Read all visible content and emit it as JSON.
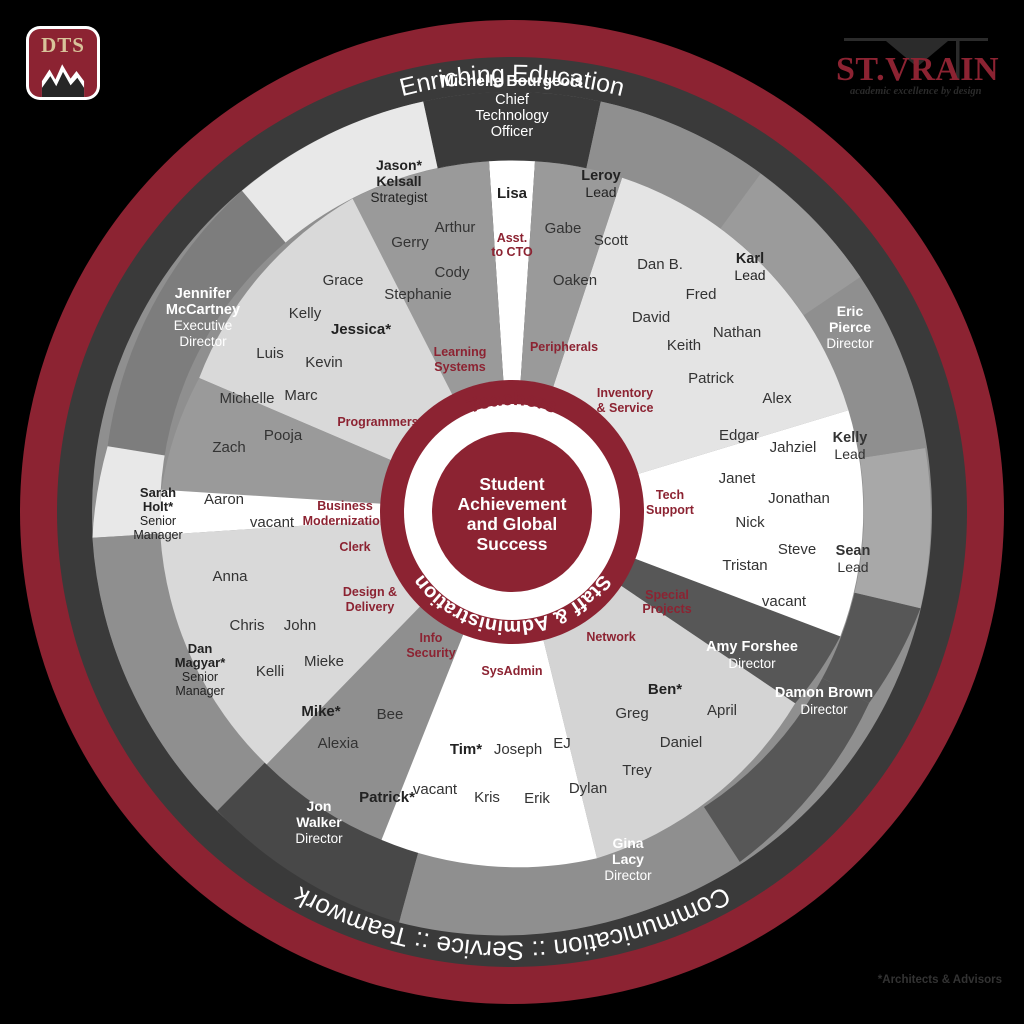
{
  "meta": {
    "footnote": "*Architects & Advisors",
    "colors": {
      "maroon": "#8c2332",
      "dark": "#3a3a3a",
      "mid_gray": "#8f8f8f",
      "light_gray": "#d4d4d4",
      "pale_gray": "#e8e8e8",
      "white": "#ffffff",
      "group_label": "#8c2332",
      "background": "#000000"
    }
  },
  "logos": {
    "dts": {
      "text": "DTS",
      "name": "dts-logo"
    },
    "stvrain": {
      "text": "ST.VRAIN",
      "tagline": "academic excellence by design"
    }
  },
  "rings": {
    "outer_arc_top": "Enriching Education",
    "outer_arc_bottom": "Communication :: Service :: Teamwork"
  },
  "core": {
    "title": "Student\nAchievement\nand Global\nSuccess",
    "lines": [
      "Student",
      "Achievement",
      "and Global",
      "Success"
    ],
    "arc_top": "Teachers",
    "arc_bottom": "Staff & Administration"
  },
  "executive": {
    "name": "Michelle Bourgeois",
    "title_lines": [
      "Chief",
      "Technology",
      "Officer"
    ]
  },
  "assistant": {
    "name": "Lisa",
    "role_lines": [
      "Asst.",
      "to CTO"
    ]
  },
  "leaders": [
    {
      "name": "Jason*\nKelsall",
      "name_lines": [
        "Jason*",
        "Kelsall"
      ],
      "title_lines": [
        "Strategist"
      ]
    },
    {
      "name": "Jennifer McCartney",
      "name_lines": [
        "Jennifer",
        "McCartney"
      ],
      "title_lines": [
        "Executive",
        "Director"
      ]
    },
    {
      "name": "Sarah Holt*",
      "name_lines": [
        "Sarah",
        "Holt*"
      ],
      "title_lines": [
        "Senior",
        "Manager"
      ]
    },
    {
      "name": "Dan Magyar*",
      "name_lines": [
        "Dan",
        "Magyar*"
      ],
      "title_lines": [
        "Senior",
        "Manager"
      ]
    },
    {
      "name": "Jon Walker",
      "name_lines": [
        "Jon",
        "Walker"
      ],
      "title_lines": [
        "Director"
      ]
    },
    {
      "name": "Gina Lacy",
      "name_lines": [
        "Gina",
        "Lacy"
      ],
      "title_lines": [
        "Director"
      ]
    },
    {
      "name": "Damon Brown",
      "name_lines": [
        "Damon Brown"
      ],
      "title_lines": [
        "Director"
      ]
    },
    {
      "name": "Amy Forshee",
      "name_lines": [
        "Amy Forshee"
      ],
      "title_lines": [
        "Director"
      ]
    },
    {
      "name": "Eric Pierce",
      "name_lines": [
        "Eric",
        "Pierce"
      ],
      "title_lines": [
        "Director"
      ]
    },
    {
      "name": "Leroy",
      "name_lines": [
        "Leroy"
      ],
      "title_lines": [
        "Lead"
      ]
    },
    {
      "name": "Karl",
      "name_lines": [
        "Karl"
      ],
      "title_lines": [
        "Lead"
      ]
    },
    {
      "name": "Kelly",
      "name_lines": [
        "Kelly"
      ],
      "title_lines": [
        "Lead"
      ]
    },
    {
      "name": "Sean",
      "name_lines": [
        "Sean"
      ],
      "title_lines": [
        "Lead"
      ]
    }
  ],
  "groups": [
    {
      "label": "Learning Systems",
      "label_lines": [
        "Learning",
        "Systems"
      ],
      "members": [
        "Gerry",
        "Arthur",
        "Cody",
        "Stephanie"
      ]
    },
    {
      "label": "Programmers",
      "label_lines": [
        "Programmers"
      ],
      "members": [
        "Grace",
        "Kelly",
        "Jessica*",
        "Luis",
        "Kevin",
        "Michelle",
        "Marc",
        "Pooja",
        "Zach"
      ]
    },
    {
      "label": "Business Modernization",
      "label_lines": [
        "Business",
        "Modernization"
      ],
      "members": [
        "Aaron",
        "vacant"
      ]
    },
    {
      "label": "Clerk",
      "label_lines": [
        "Clerk"
      ],
      "members": [
        "Anna"
      ]
    },
    {
      "label": "Design & Delivery",
      "label_lines": [
        "Design &",
        "Delivery"
      ],
      "members": [
        "Chris",
        "John",
        "Kelli",
        "Mieke",
        "Mike*"
      ]
    },
    {
      "label": "Info Security",
      "label_lines": [
        "Info",
        "Security"
      ],
      "members": [
        "Bee",
        "Alexia",
        "Patrick*"
      ]
    },
    {
      "label": "SysAdmin",
      "label_lines": [
        "SysAdmin"
      ],
      "members": [
        "Tim*",
        "Joseph",
        "EJ",
        "vacant",
        "Kris",
        "Erik",
        "Dylan"
      ]
    },
    {
      "label": "Network",
      "label_lines": [
        "Network"
      ],
      "members": [
        "Ben*",
        "Greg",
        "April",
        "Daniel",
        "Trey"
      ]
    },
    {
      "label": "Special Projects",
      "label_lines": [
        "Special",
        "Projects"
      ],
      "members": []
    },
    {
      "label": "Tech Support",
      "label_lines": [
        "Tech",
        "Support"
      ],
      "members": [
        "Alex",
        "Edgar",
        "Jahziel",
        "Janet",
        "Jonathan",
        "Nick",
        "Steve",
        "Tristan",
        "vacant"
      ]
    },
    {
      "label": "Inventory & Service",
      "label_lines": [
        "Inventory",
        "& Service"
      ],
      "members": [
        "Dan B.",
        "Fred",
        "David",
        "Nathan",
        "Keith",
        "Patrick"
      ]
    },
    {
      "label": "Peripherals",
      "label_lines": [
        "Peripherals"
      ],
      "members": [
        "Gabe",
        "Scott",
        "Oaken"
      ]
    }
  ],
  "labels": {
    "n_michelle": "Michelle Bourgeois",
    "n_c1": "Chief",
    "n_c2": "Technology",
    "n_c3": "Officer",
    "lisa": "Lisa",
    "lisa1": "Asst.",
    "lisa2": "to CTO",
    "jason1": "Jason*",
    "jason2": "Kelsall",
    "jason3": "Strategist",
    "jen1": "Jennifer",
    "jen2": "McCartney",
    "jen3": "Executive",
    "jen4": "Director",
    "sarah1": "Sarah",
    "sarah2": "Holt*",
    "sarah3": "Senior",
    "sarah4": "Manager",
    "dan1": "Dan",
    "dan2": "Magyar*",
    "dan3": "Senior",
    "dan4": "Manager",
    "jon1": "Jon",
    "jon2": "Walker",
    "jon3": "Director",
    "gina1": "Gina",
    "gina2": "Lacy",
    "gina3": "Director",
    "damon1": "Damon Brown",
    "damon2": "Director",
    "amy1": "Amy Forshee",
    "amy2": "Director",
    "eric1": "Eric",
    "eric2": "Pierce",
    "eric3": "Director",
    "leroy1": "Leroy",
    "leroy2": "Lead",
    "karl1": "Karl",
    "karl2": "Lead",
    "kellyl1": "Kelly",
    "kellyl2": "Lead",
    "sean1": "Sean",
    "sean2": "Lead",
    "g_learning1": "Learning",
    "g_learning2": "Systems",
    "g_prog": "Programmers",
    "g_bm1": "Business",
    "g_bm2": "Modernization",
    "g_clerk": "Clerk",
    "g_dd1": "Design &",
    "g_dd2": "Delivery",
    "g_info1": "Info",
    "g_info2": "Security",
    "g_sys": "SysAdmin",
    "g_net": "Network",
    "g_sp1": "Special",
    "g_sp2": "Projects",
    "g_ts1": "Tech",
    "g_ts2": "Support",
    "g_inv1": "Inventory",
    "g_inv2": "& Service",
    "g_per": "Peripherals",
    "m_gerry": "Gerry",
    "m_arthur": "Arthur",
    "m_cody": "Cody",
    "m_stephanie": "Stephanie",
    "m_grace": "Grace",
    "m_kelly": "Kelly",
    "m_jessica": "Jessica*",
    "m_luis": "Luis",
    "m_kevin": "Kevin",
    "m_michelle": "Michelle",
    "m_marc": "Marc",
    "m_pooja": "Pooja",
    "m_zach": "Zach",
    "m_aaron": "Aaron",
    "m_vacant1": "vacant",
    "m_anna": "Anna",
    "m_chris": "Chris",
    "m_john": "John",
    "m_kelli": "Kelli",
    "m_mieke": "Mieke",
    "m_mike": "Mike*",
    "m_bee": "Bee",
    "m_alexia": "Alexia",
    "m_patrickS": "Patrick*",
    "m_tim": "Tim*",
    "m_joseph": "Joseph",
    "m_ej": "EJ",
    "m_vacant2": "vacant",
    "m_kris": "Kris",
    "m_erik": "Erik",
    "m_dylan": "Dylan",
    "m_ben": "Ben*",
    "m_greg": "Greg",
    "m_april": "April",
    "m_daniel": "Daniel",
    "m_trey": "Trey",
    "m_alex": "Alex",
    "m_edgar": "Edgar",
    "m_jahziel": "Jahziel",
    "m_janet": "Janet",
    "m_jonathan": "Jonathan",
    "m_nick": "Nick",
    "m_steve": "Steve",
    "m_tristan": "Tristan",
    "m_vacant3": "vacant",
    "m_danb": "Dan B.",
    "m_fred": "Fred",
    "m_david": "David",
    "m_nathan": "Nathan",
    "m_keith": "Keith",
    "m_patrick": "Patrick",
    "m_gabe": "Gabe",
    "m_scott": "Scott",
    "m_oaken": "Oaken",
    "core1": "Student",
    "core2": "Achievement",
    "core3": "and Global",
    "core4": "Success",
    "arc_teachers": "Teachers",
    "arc_staff": "Staff & Administration",
    "arc_top": "Enriching Education",
    "arc_bottom": "Communication :: Service :: Teamwork",
    "footnote": "*Architects & Advisors",
    "sv_name": "ST.VRAIN",
    "sv_tag": "academic excellence by design",
    "dts": "DTS"
  }
}
